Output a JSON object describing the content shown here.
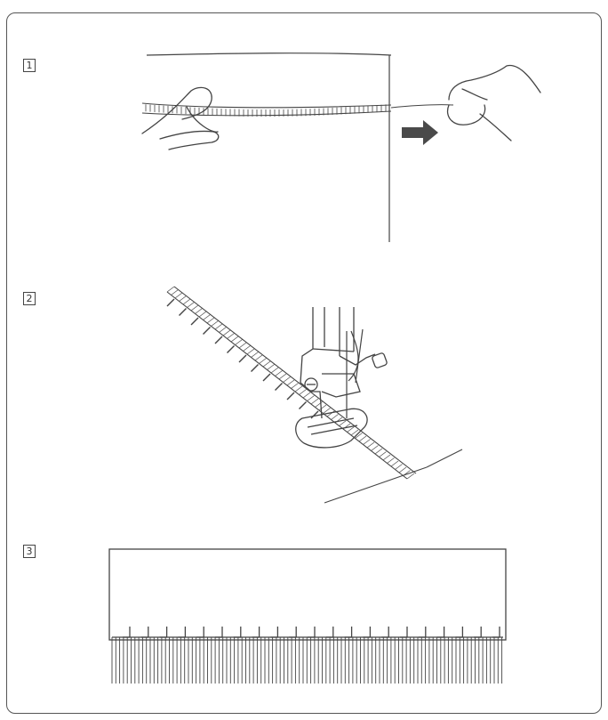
{
  "steps": [
    {
      "label": "1"
    },
    {
      "label": "2"
    },
    {
      "label": "3"
    }
  ],
  "icons": {
    "step1": [
      "hand-icon",
      "fabric-icon",
      "thread-icon",
      "arrow-right-icon"
    ],
    "step2": [
      "presser-foot-icon",
      "needle-icon",
      "fabric-icon",
      "stitch-line-icon"
    ],
    "step3": [
      "fringe-icon",
      "fabric-icon"
    ]
  },
  "colors": {
    "line": "#444444",
    "arrow": "#4a4a4a",
    "border": "#555555"
  }
}
